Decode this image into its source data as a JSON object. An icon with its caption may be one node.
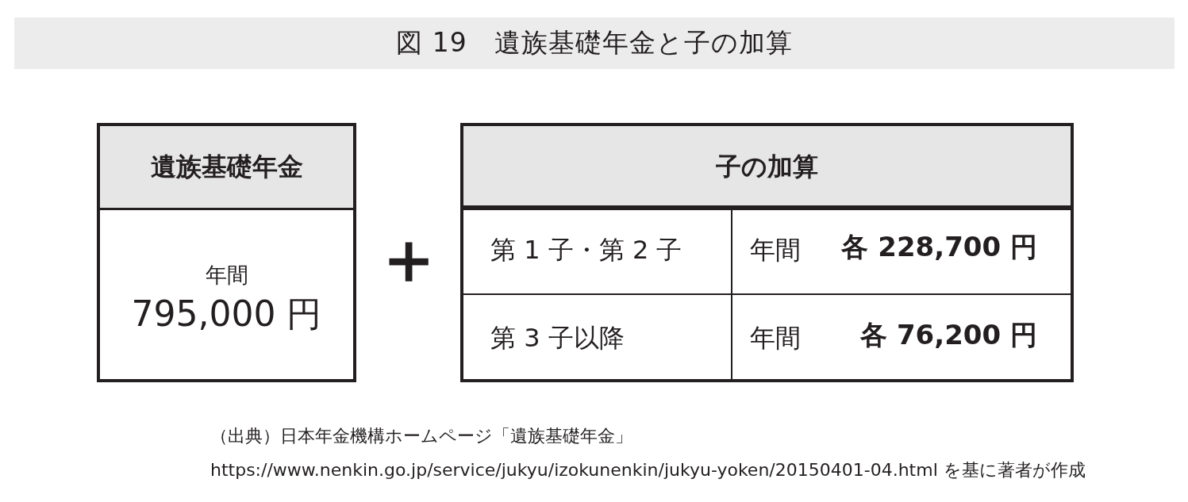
{
  "diagram": {
    "title": "図 19　遺族基礎年金と子の加算",
    "caption": "（出典）日本年金機構ホームページ「遺族基礎年金」",
    "nodes": [
      {
        "text": [
          "遺族基礎年金",
          "年間",
          "795,000 円"
        ]
      },
      {
        "text": [
          "子の加算"
        ]
      }
    ],
    "labels": [
      "＋",
      "第 1 子・第 2 子",
      "年間",
      "各 228,700 円",
      "第 3 子以降",
      "年間",
      "各 76,200 円",
      "https://www.nenkin.go.jp/service/jukyu/izokunenkin/jukyu-yoken/20150401-04.html を基に著者が作成"
    ]
  }
}
